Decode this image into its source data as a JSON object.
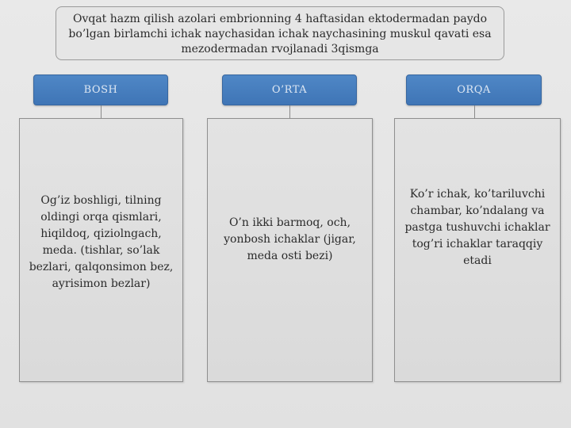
{
  "diagram": {
    "title": "Ovqat hazm qilish azolari embrionning 4 haftasidan ektodermadan paydo bo’lgan birlamchi ichak naychasidan ichak naychasining muskul qavati esa mezodermadan rvojlanadi 3qismga",
    "columns": [
      {
        "header": "BOSH",
        "text": "Og’iz boshligi, tilning oldingi orqa qismlari, hiqildoq, qiziolngach, meda. (tishlar, so’lak bezlari, qalqonsimon bez, ayrisimon bezlar)"
      },
      {
        "header": "O’RTA",
        "text": "O’n ikki barmoq, och, yonbosh ichaklar (jigar, meda osti bezi)"
      },
      {
        "header": "ORQA",
        "text": "Ko’r ichak, ko’tariluvchi chambar, ko’ndalang va pastga tushuvchi ichaklar tog’ri ichaklar taraqqiy etadi"
      }
    ]
  },
  "colors": {
    "header_fill": "#4a82c2",
    "header_text": "#dfe8f3",
    "box_border": "#8f8f8f",
    "background": "#e4e4e4"
  }
}
